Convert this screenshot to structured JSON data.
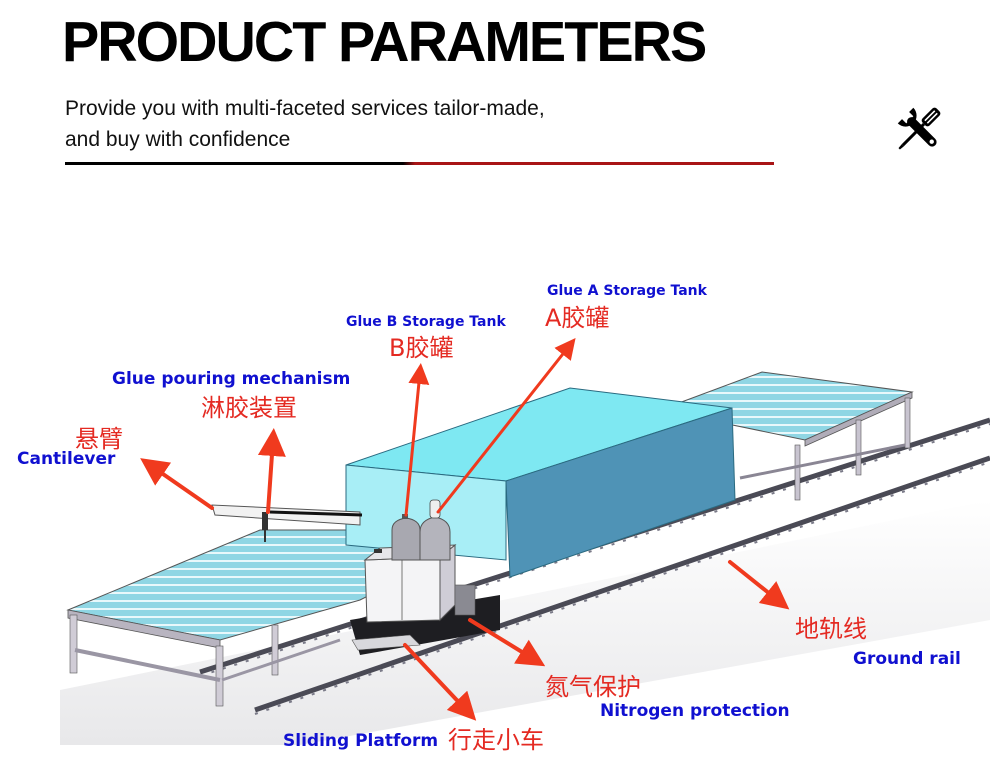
{
  "header": {
    "title": "PRODUCT PARAMETERS",
    "subtitle_line1": "Provide you with multi-faceted services tailor-made,",
    "subtitle_line2": "and buy with confidence",
    "icon": "wrench-screwdriver-icon"
  },
  "colors": {
    "label_en": "#1010d0",
    "label_cn": "#e42a22",
    "arrow": "#f03a1e",
    "divider_left": "#000000",
    "divider_right": "#a81416",
    "glass_top": "#7ee8f2",
    "glass_side": "#4f93b6"
  },
  "labels": {
    "glue_a_en": "Glue A Storage Tank",
    "glue_a_cn": "A胶罐",
    "glue_b_en": "Glue B Storage Tank",
    "glue_b_cn": "B胶罐",
    "pouring_en": "Glue pouring mechanism",
    "pouring_cn": "淋胶装置",
    "cantilever_en": "Cantilever",
    "cantilever_cn": "悬臂",
    "rail_cn": "地轨线",
    "rail_en": "Ground rail",
    "nitrogen_cn": "氮气保护",
    "nitrogen_en": "Nitrogen protection",
    "platform_en": "Sliding Platform",
    "platform_cn": "行走小车"
  }
}
